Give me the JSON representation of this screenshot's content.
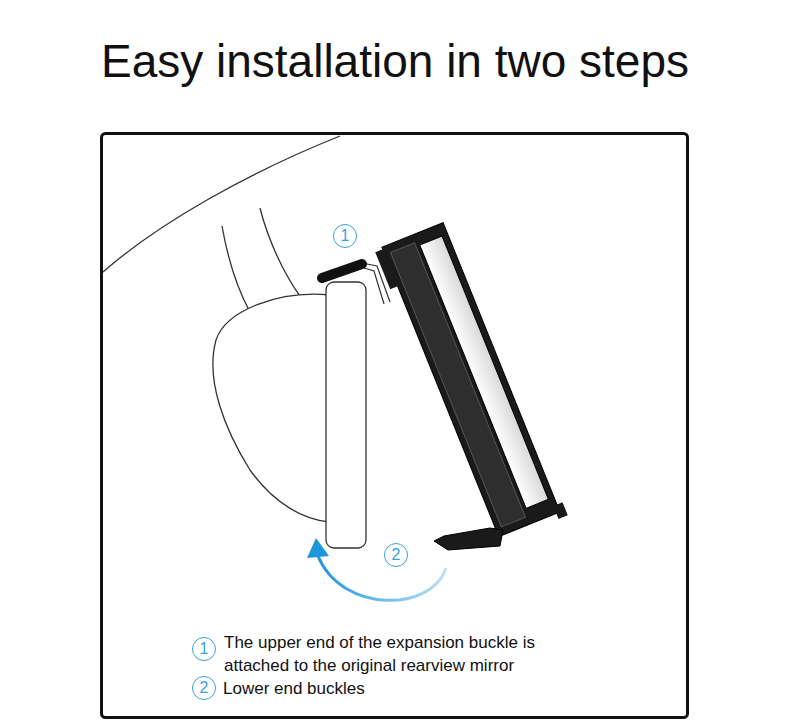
{
  "diagram": {
    "title": "Easy installation in two steps",
    "labels": [
      "1",
      "2",
      "1",
      "The upper end of the expansion buckle is attached to the original rearview mirror",
      "2",
      "Lower end buckles"
    ]
  }
}
